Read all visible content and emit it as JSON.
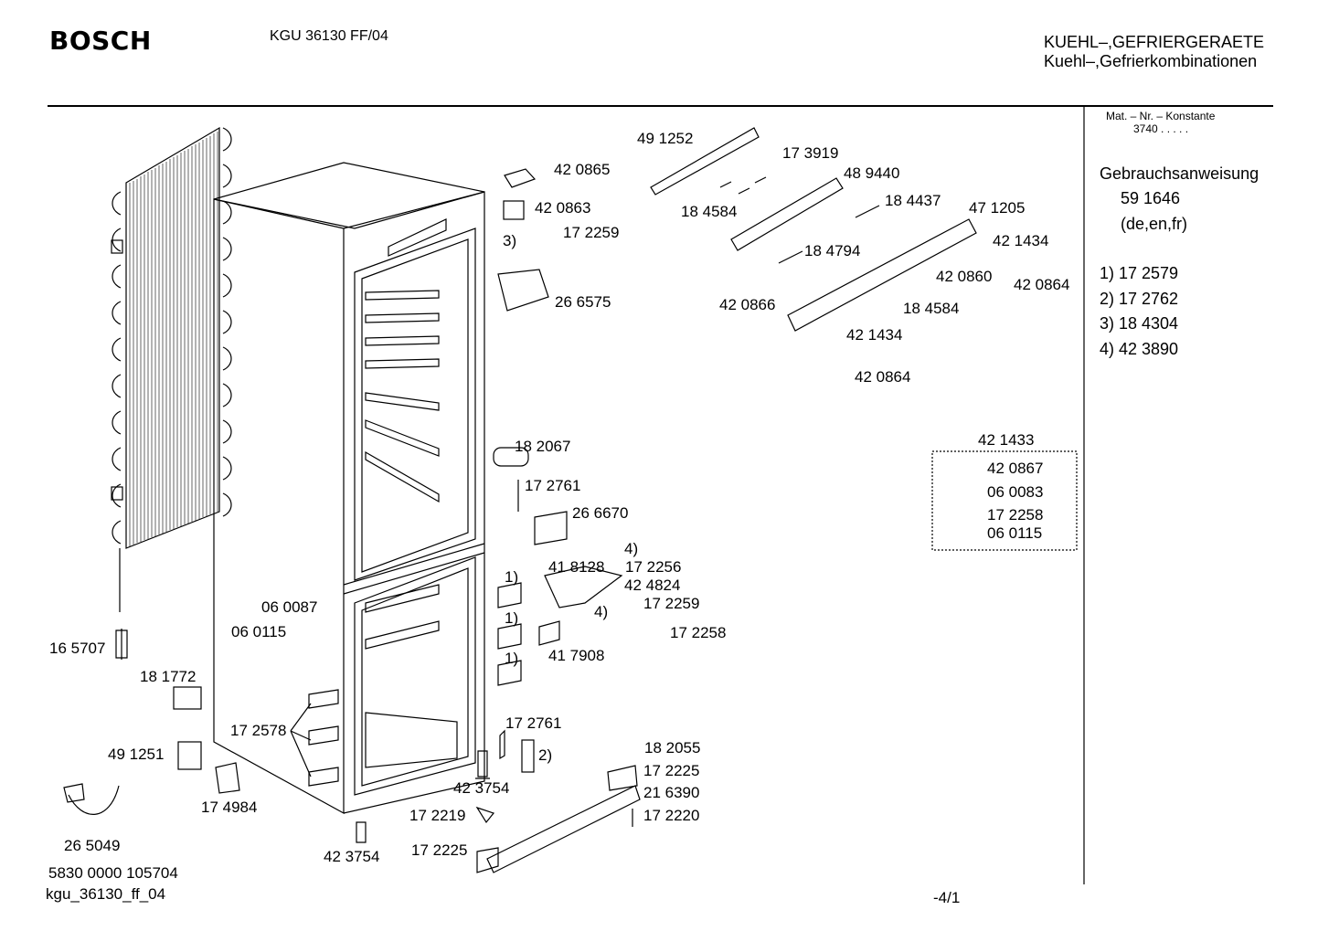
{
  "header": {
    "brand": "BOSCH",
    "model": "KGU 36130 FF/04",
    "title_1": "KUEHL–,GEFRIERGERAETE",
    "title_2": "Kuehl–,Gefrierkombinationen"
  },
  "sidebar": {
    "mat_label": "Mat. – Nr. – Konstante",
    "mat_value": "3740  .  .  .  .  .",
    "manual_label": "Gebrauchsanweisung",
    "manual_number": "59 1646",
    "manual_langs": "(de,en,fr)",
    "notes": [
      "1) 17 2579",
      "2) 17 2762",
      "3) 18 4304",
      "4) 42 3890"
    ]
  },
  "kit": {
    "title": "42 1433",
    "items": [
      "42 0867",
      "06 0083",
      "17 2258",
      "06 0115"
    ]
  },
  "parts": [
    "49 1252",
    "17 3919",
    "48 9440",
    "18 4584",
    "18 4437",
    "47 1205",
    "18 4794",
    "42 1434",
    "42 0860",
    "42 0864",
    "42 0866",
    "18 4584",
    "42 1434",
    "42 0864",
    "42 0865",
    "42 0863",
    "3)",
    "17 2259",
    "26 6575",
    "18 2067",
    "17 2761",
    "26 6670",
    "4)",
    "41 8128",
    "17 2256",
    "42 4824",
    "4)",
    "17 2259",
    "17 2258",
    "41 7908",
    "1)",
    "1)",
    "1)",
    "06 0087",
    "06 0115",
    "16 5707",
    "18 1772",
    "17 2578",
    "49 1251",
    "17 4984",
    "26 5049",
    "17 2761",
    "2)",
    "42 3754",
    "18 2055",
    "17 2225",
    "21 6390",
    "17 2220",
    "17 2219",
    "17 2225",
    "42 3754"
  ],
  "footer": {
    "doc_number": "5830 0000 105704",
    "file_name": "kgu_36130_ff_04",
    "page": "-4/1"
  }
}
